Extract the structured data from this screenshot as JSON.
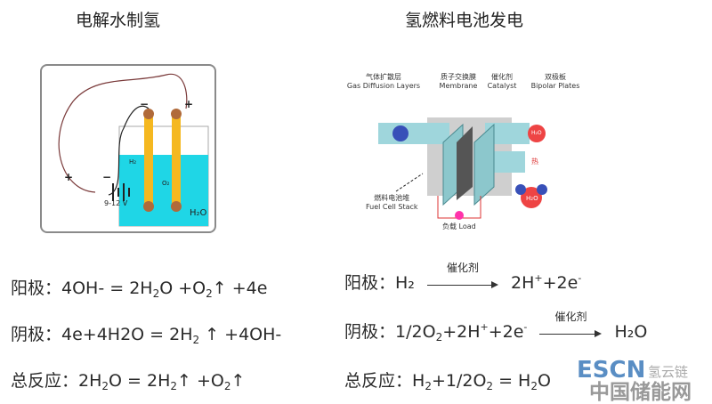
{
  "left": {
    "title": "电解水制氢",
    "diagram": {
      "battery_label": "9-12 V",
      "plus": "+",
      "minus": "−",
      "h2": "H₂",
      "o2": "O₂",
      "water": "H₂O"
    },
    "equations": [
      {
        "label": "阳极：",
        "parts": [
          "4OH-  = 2H",
          "2",
          "O +O",
          "2",
          "↑ +4e"
        ]
      },
      {
        "label": "阴极：",
        "parts": [
          "4e+4H2O  = 2H",
          "2",
          " ↑  +4OH-"
        ]
      },
      {
        "label": "总反应：",
        "parts": [
          "2H",
          "2",
          "O  = 2H",
          "2",
          "↑  +O",
          "2",
          "↑"
        ]
      }
    ]
  },
  "right": {
    "title": "氢燃料电池发电",
    "diagram": {
      "gdl_cn": "气体扩散层",
      "gdl_en": "Gas Diffusion Layers",
      "mem_cn": "质子交换膜",
      "mem_en": "Membrane",
      "cat_cn": "催化剂",
      "cat_en": "Catalyst",
      "bp_cn": "双极板",
      "bp_en": "Bipolar Plates",
      "stack_cn": "燃料电池堆",
      "stack_en": "Fuel Cell Stack",
      "load": "负载  Load",
      "water": "H₂O",
      "heat": "热"
    },
    "equations": {
      "anode": {
        "label": "阳极：",
        "lhs": "H₂",
        "catalyst": "催化剂",
        "rhs_a": "2H",
        "sup1": "+",
        "rhs_b": "+2e",
        "sup2": "-"
      },
      "cathode": {
        "label": "阴极：",
        "a": "1/2O",
        "s1": "2",
        "b": "+2H",
        "p1": "+",
        "c": "+2e",
        "p2": "-",
        "catalyst": "催化剂",
        "rhs": "H₂O"
      },
      "total": {
        "label": "总反应：",
        "a": "H",
        "s1": "2",
        "b": "+1/2O",
        "s2": "2",
        "c": " = H",
        "s3": "2",
        "d": "O"
      }
    }
  },
  "watermark": {
    "wechat": "氢云链",
    "escn": "ESCN",
    "site": "中国储能网"
  }
}
